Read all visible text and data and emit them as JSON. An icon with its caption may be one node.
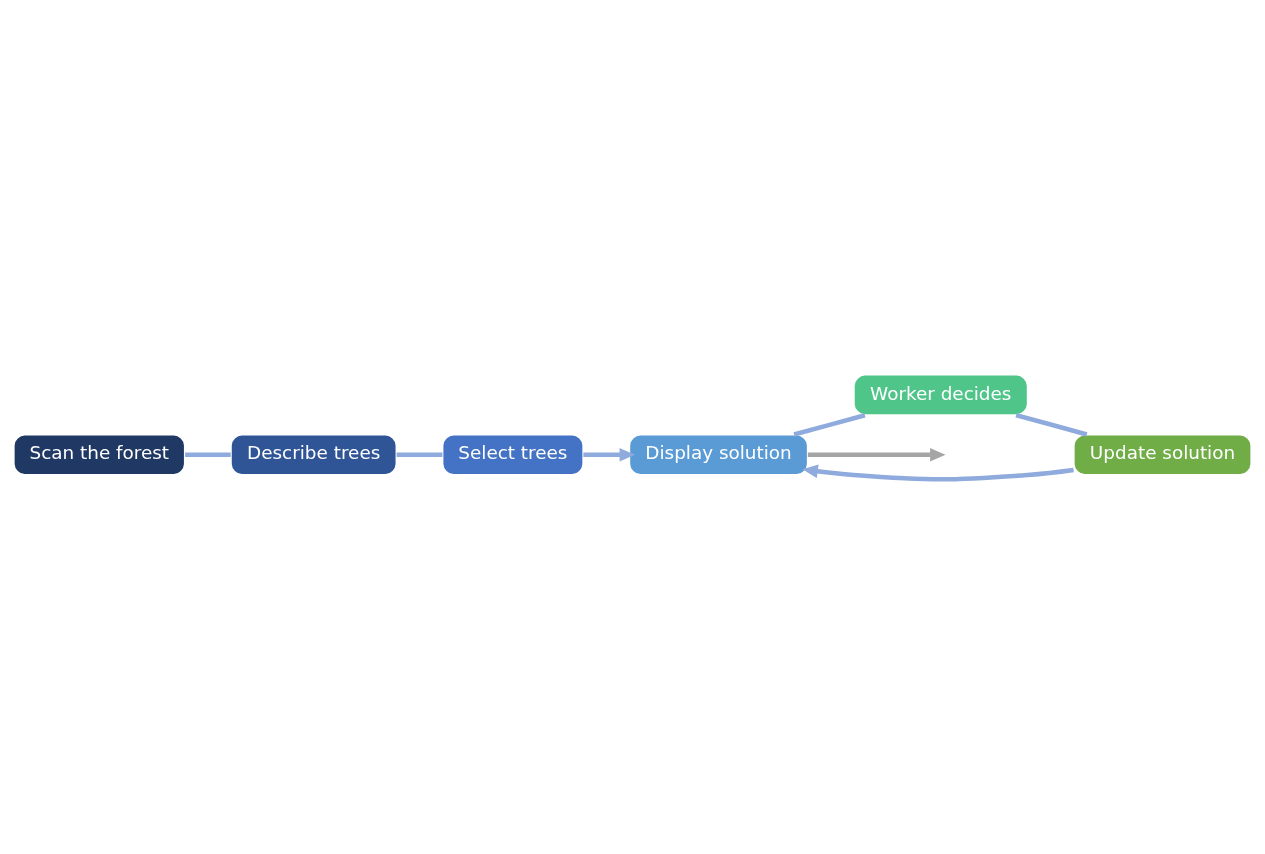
{
  "diagram": {
    "nodes": [
      {
        "text": [
          "Scan the forest"
        ]
      },
      {
        "text": [
          "Describe trees"
        ]
      },
      {
        "text": [
          "Select trees"
        ]
      },
      {
        "text": [
          "Display solution"
        ]
      },
      {
        "text": [
          "Worker decides"
        ]
      },
      {
        "text": [
          "Update solution"
        ]
      }
    ],
    "edges": [
      {
        "from": 0,
        "to": 1,
        "arrow": "none"
      },
      {
        "from": 1,
        "to": 2,
        "arrow": "none"
      },
      {
        "from": 2,
        "to": 3,
        "arrow": "to"
      },
      {
        "from": 3,
        "to": 4,
        "arrow": "none"
      },
      {
        "from": 4,
        "to": 5,
        "arrow": "none"
      },
      {
        "from": 5,
        "to": 3,
        "arrow": "to"
      },
      {
        "from": 3,
        "to": null,
        "arrow": "to",
        "color": "#a5a5a5"
      }
    ]
  }
}
